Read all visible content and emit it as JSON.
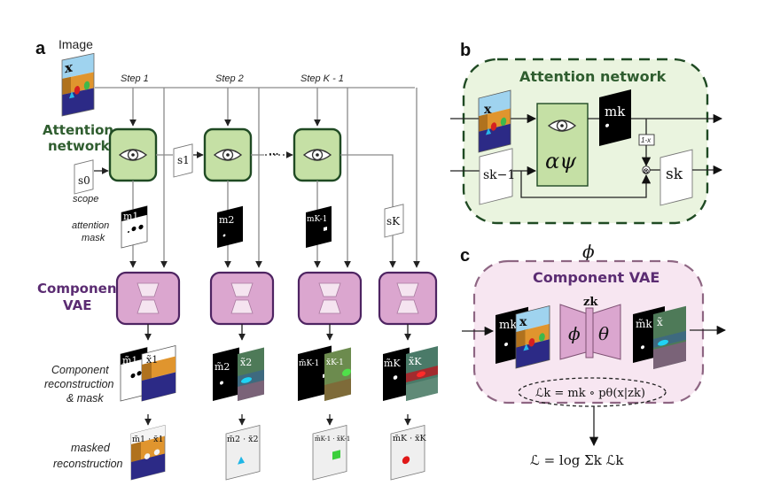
{
  "panels": {
    "a": {
      "label": "a",
      "image_label": "Image",
      "image_symbol": "x",
      "steps": [
        "Step 1",
        "Step 2",
        "Step K - 1"
      ],
      "attention_heading": [
        "Attention",
        "network"
      ],
      "vae_heading": [
        "Component",
        "VAE"
      ],
      "scope_symbol": "s0",
      "scope_label": "scope",
      "attention_mask_label": [
        "attention",
        "mask"
      ],
      "scopes": [
        "s1",
        "sK"
      ],
      "masks": [
        "m1",
        "m2",
        "mK-1"
      ],
      "recon_label": [
        "Component",
        "reconstruction",
        "& mask"
      ],
      "masked_label": [
        "masked",
        "reconstruction"
      ],
      "recon_masks": [
        "m̃1",
        "m̃2",
        "m̃K-1",
        "m̃K"
      ],
      "recon_images": [
        "x̃1",
        "x̃2",
        "x̃K-1",
        "x̃K"
      ],
      "masked_products": [
        "m̃1 · x̃1",
        "m̃2 · x̃2",
        "m̃K-1 · x̃K-1",
        "m̃K · x̃K"
      ],
      "ellipsis": "···"
    },
    "b": {
      "label": "b",
      "heading": "Attention network",
      "input_x": "x",
      "input_scope": "sk−1",
      "network_symbol": "αψ",
      "output_mask": "mk",
      "complement_op": "1-x",
      "multiply_op": "⊗",
      "output_scope": "sk"
    },
    "c": {
      "label": "c",
      "top_symbol": "ϕ",
      "heading": "Component VAE",
      "input_mask": "mk",
      "input_x": "x",
      "latent": "zk",
      "encoder": "ϕ",
      "decoder": "θ",
      "output_mask": "m̃k",
      "output_x": "x̃",
      "component_loss": "ℒk = mk ∘ pθ(x|zk)",
      "total_loss": "ℒ = log Σk ℒk"
    }
  },
  "colors": {
    "attention_fill": "#c5e0a5",
    "attention_stroke": "#1f4a23",
    "vae_fill": "#dba6cf",
    "vae_stroke": "#4e2462",
    "panel_b_bg": "#eaf4df",
    "panel_c_bg": "#f7e6f1"
  }
}
